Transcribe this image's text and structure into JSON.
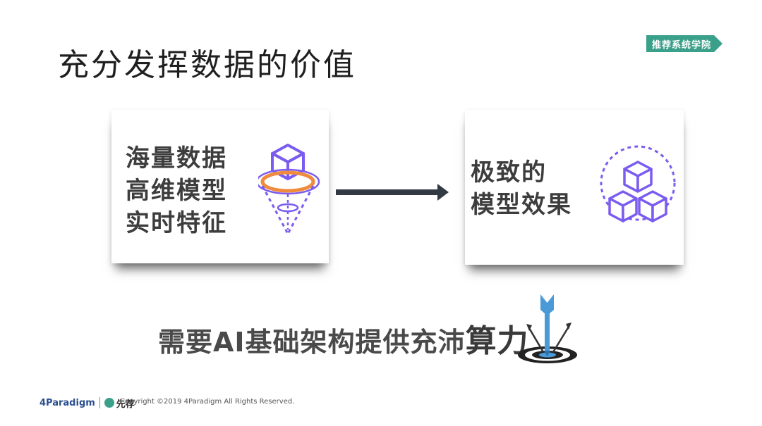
{
  "slide": {
    "title": "充分发挥数据的价值",
    "badge": "推荐系统学院",
    "left_card": {
      "line1": "海量数据",
      "line2": "高维模型",
      "line3": "实时特征"
    },
    "right_card": {
      "line1": "极致的",
      "line2": "模型效果"
    },
    "bottom": {
      "text": "需要AI基础架构提供充沛",
      "emphasis": "算力"
    },
    "footer": {
      "logo_4paradigm": "4Paradigm",
      "logo_xianjian": "先荐",
      "copyright": "Copyright ©2019 4Paradigm All Rights Reserved."
    }
  },
  "colors": {
    "accent_purple": "#7b5cf0",
    "accent_orange": "#f08a3c",
    "badge_green": "#3aa08a",
    "arrow_dark": "#333a44",
    "target_blue": "#4a9ad8"
  }
}
